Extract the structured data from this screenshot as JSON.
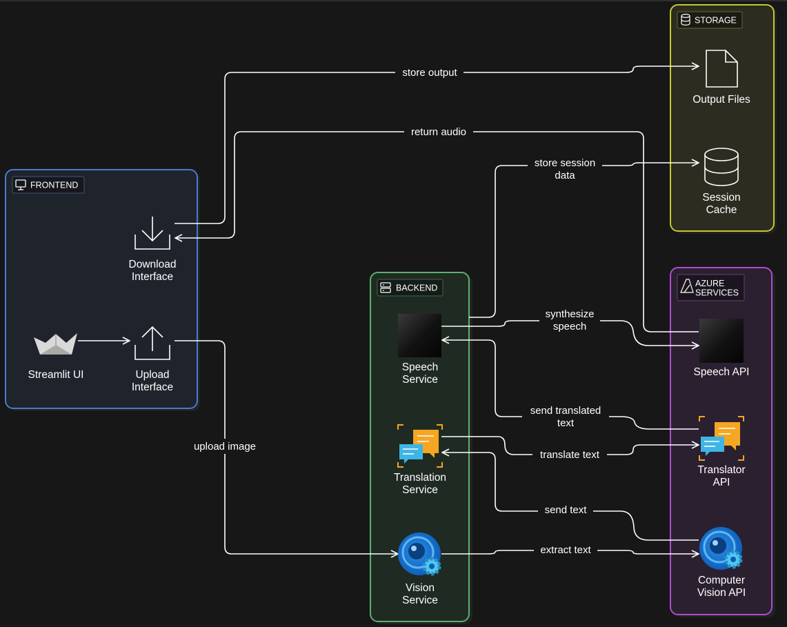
{
  "groups": {
    "frontend": {
      "label": "FRONTEND",
      "icon": "monitor-icon",
      "border": "#4a7bd0",
      "fill": "#1f232c"
    },
    "storage": {
      "label": "STORAGE",
      "icon": "database-icon",
      "border": "#c7c92c",
      "fill": "#2c2c20"
    },
    "backend": {
      "label": "BACKEND",
      "icon": "server-icon",
      "border": "#5bb36d",
      "fill": "#1f2a23"
    },
    "azure": {
      "label_line1": "AZURE",
      "label_line2": "SERVICES",
      "icon": "azure-logo-icon",
      "border": "#b04bd0",
      "fill": "#2a2030"
    }
  },
  "nodes": {
    "streamlit_ui": {
      "label": "Streamlit UI",
      "icon": "streamlit-boat-icon"
    },
    "upload_interface": {
      "line1": "Upload",
      "line2": "Interface",
      "icon": "upload-icon"
    },
    "download_interface": {
      "line1": "Download",
      "line2": "Interface",
      "icon": "download-icon"
    },
    "output_files": {
      "label": "Output Files",
      "icon": "file-icon"
    },
    "session_cache": {
      "line1": "Session",
      "line2": "Cache",
      "icon": "database-cylinder-icon"
    },
    "speech_service": {
      "line1": "Speech",
      "line2": "Service",
      "icon": "dark-square-icon"
    },
    "translation_service": {
      "line1": "Translation",
      "line2": "Service",
      "icon": "chat-bubbles-icon"
    },
    "vision_service": {
      "line1": "Vision",
      "line2": "Service",
      "icon": "vision-gear-icon"
    },
    "speech_api": {
      "label": "Speech API",
      "icon": "dark-square-icon"
    },
    "translator_api": {
      "line1": "Translator",
      "line2": "API",
      "icon": "chat-bubbles-icon"
    },
    "computer_vision_api": {
      "line1": "Computer",
      "line2": "Vision API",
      "icon": "vision-gear-icon"
    }
  },
  "edges": {
    "store_output": "store output",
    "return_audio": "return audio",
    "store_session_line1": "store session",
    "store_session_line2": "data",
    "synthesize_line1": "synthesize",
    "synthesize_line2": "speech",
    "send_translated_line1": "send translated",
    "send_translated_line2": "text",
    "translate_text": "translate text",
    "send_text": "send text",
    "extract_text": "extract text",
    "upload_image": "upload image"
  }
}
